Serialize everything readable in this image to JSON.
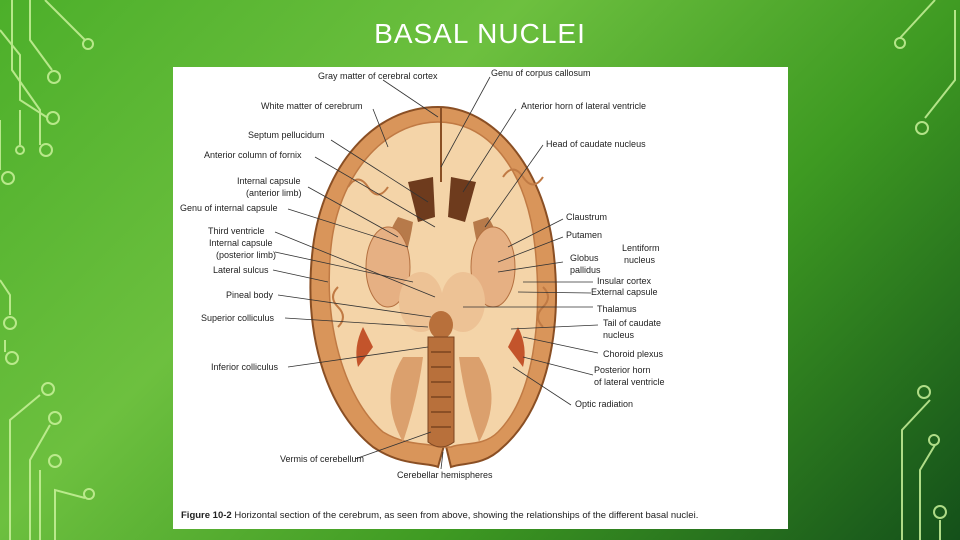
{
  "slide": {
    "title": "BASAL NUCLEI"
  },
  "figure": {
    "caption_number": "Figure 10-2",
    "caption_text": "Horizontal section of the cerebrum, as seen from above, showing the relationships of the different basal nuclei.",
    "labels": {
      "gray_matter": "Gray matter of cerebral cortex",
      "genu_corpus_callosum": "Genu of corpus callosum",
      "white_matter": "White matter of cerebrum",
      "anterior_horn": "Anterior horn of lateral ventricle",
      "septum": "Septum pellucidum",
      "head_caudate": "Head of caudate nucleus",
      "anterior_column_fornix": "Anterior column of fornix",
      "internal_capsule_anterior_1": "Internal capsule",
      "internal_capsule_anterior_2": "(anterior limb)",
      "genu_internal_capsule": "Genu of internal capsule",
      "claustrum": "Claustrum",
      "putamen": "Putamen",
      "third_ventricle": "Third ventricle",
      "internal_capsule_posterior_1": "Internal capsule",
      "internal_capsule_posterior_2": "(posterior limb)",
      "globus_1": "Globus",
      "globus_2": "pallidus",
      "lentiform_1": "Lentiform",
      "lentiform_2": "nucleus",
      "lateral_sulcus": "Lateral sulcus",
      "insular_cortex": "Insular cortex",
      "external_capsule": "External capsule",
      "pineal_body": "Pineal body",
      "thalamus": "Thalamus",
      "superior_colliculus": "Superior colliculus",
      "tail_caudate_1": "Tail of caudate",
      "tail_caudate_2": "nucleus",
      "choroid_plexus": "Choroid plexus",
      "inferior_colliculus": "Inferior colliculus",
      "posterior_horn_1": "Posterior horn",
      "posterior_horn_2": "of lateral ventricle",
      "optic_radiation": "Optic radiation",
      "vermis": "Vermis of cerebellum",
      "cerebellar_hemispheres": "Cerebellar hemispheres"
    }
  },
  "colors": {
    "background_light": "#6dc03f",
    "background_dark": "#14501a",
    "circuit_line": "#c9f29a",
    "brain_cortex": "#d9955a",
    "brain_white": "#f4d4a8"
  }
}
